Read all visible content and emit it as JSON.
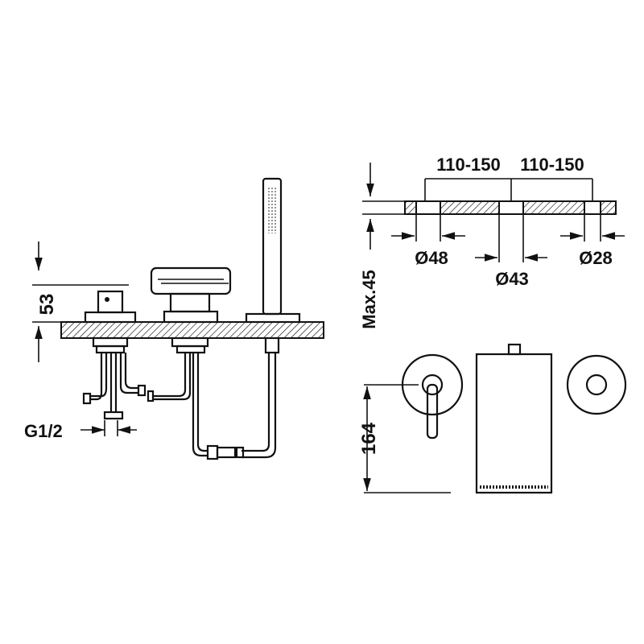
{
  "dimensions": {
    "height_53": "53",
    "thread_g12": "G1/2",
    "spacing_left": "110-150",
    "spacing_right": "110-150",
    "hole_d48": "Ø48",
    "hole_d43": "Ø43",
    "hole_d28": "Ø28",
    "deck_max45": "Max.45",
    "height_164": "164"
  },
  "colors": {
    "line": "#111111",
    "background": "#ffffff"
  }
}
